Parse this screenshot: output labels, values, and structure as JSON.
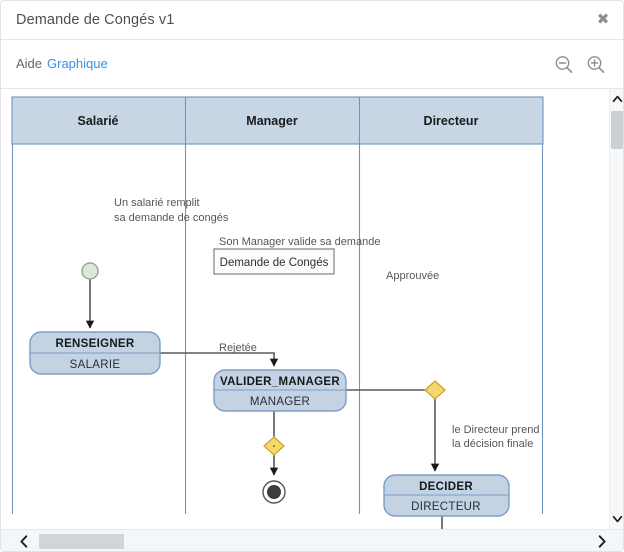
{
  "window": {
    "title": "Demande de Congés v1",
    "close_icon": "close-icon"
  },
  "toolbar": {
    "help_label": "Aide",
    "graph_label": "Graphique",
    "zoom_out_icon": "zoom-out-icon",
    "zoom_in_icon": "zoom-in-icon"
  },
  "diagram": {
    "title_box": "Demande de Congés",
    "lanes": [
      {
        "label": "Salarié"
      },
      {
        "label": "Manager"
      },
      {
        "label": "Directeur"
      }
    ],
    "nodes": [
      {
        "id": "start",
        "type": "initial-node",
        "label": ""
      },
      {
        "id": "renseigner",
        "type": "activity",
        "title": "RENSEIGNER",
        "actor": "SALARIE"
      },
      {
        "id": "valider_manager",
        "type": "activity",
        "title": "VALIDER_MANAGER",
        "actor": "MANAGER"
      },
      {
        "id": "decider",
        "type": "activity",
        "title": "DECIDER",
        "actor": "DIRECTEUR"
      },
      {
        "id": "decision_rejetee",
        "type": "decision-diamond",
        "label": "Rejetée"
      },
      {
        "id": "decision_approuvee",
        "type": "decision-diamond",
        "label": "Approuvée"
      },
      {
        "id": "end_rejetee",
        "type": "final-node",
        "label": ""
      },
      {
        "id": "end_final",
        "type": "final-node",
        "label": ""
      }
    ],
    "edge_labels": [
      {
        "id": "e1",
        "line1": "Un salarié remplit",
        "line2": "sa demande de congés"
      },
      {
        "id": "e2",
        "line1": "Son Manager valide sa demande"
      },
      {
        "id": "e3",
        "line1": "Approuvée"
      },
      {
        "id": "e4",
        "line1": "Rejetée"
      },
      {
        "id": "e5",
        "line1": "le Directeur prend",
        "line2": "la décision finale"
      }
    ],
    "colors": {
      "lane_header_fill": "#c7d5e5",
      "lane_border": "#6f95bf",
      "node_fill": "#c3d3e4",
      "node_border": "#7d9ec4",
      "diamond_fill": "#f5d76e",
      "diamond_border": "#c9a227",
      "start_fill": "#dfe8d8",
      "start_border": "#9aa98c",
      "edge_stroke": "#5a5a5a",
      "link_color": "#3a8fe0"
    }
  },
  "scrollbars": {
    "v_up_icon": "chevron-up-icon",
    "v_down_icon": "chevron-down-icon",
    "h_left_icon": "chevron-left-icon",
    "h_right_icon": "chevron-right-icon"
  }
}
